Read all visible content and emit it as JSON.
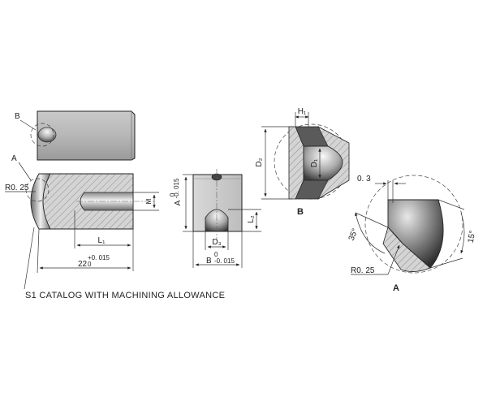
{
  "labels": {
    "view_b_callout": "B",
    "view_a_callout": "A",
    "radius_left": "R0. 25",
    "m": "M",
    "l1": "L₁",
    "length_22": "22",
    "length_22_tol_upper": "+0. 015",
    "length_22_tol_lower": "0",
    "a_dim": "A",
    "a_tol_upper": "0",
    "a_tol_lower": "-0. 015",
    "l2": "L₂",
    "d3": "D₃",
    "b_dim": "B",
    "b_tol_upper": "0",
    "b_tol_lower": "-0. 015",
    "h1": "H₁",
    "d2": "D₂",
    "d1": "D₁",
    "detail_b_title": "B",
    "detail_a_offset": "0. 3",
    "angle_35": "35°",
    "angle_15": "15°",
    "radius_detail": "R0. 25",
    "detail_a_title": "A",
    "caption": "S1 CATALOG WITH MACHINING ALLOWANCE"
  }
}
